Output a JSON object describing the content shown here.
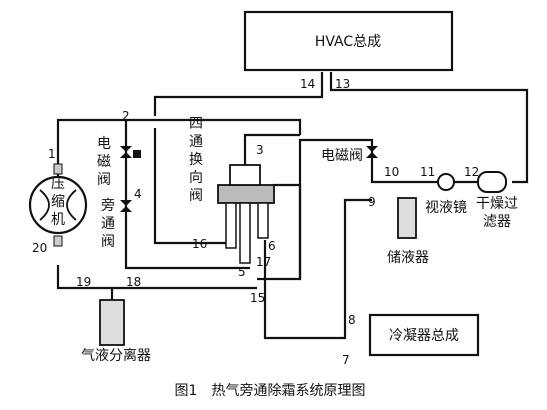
{
  "caption": "图1　热气旁通除霜系统原理图",
  "components": {
    "hvac": "HVAC总成",
    "compressor": [
      "压",
      "缩",
      "机"
    ],
    "solenoid_left": [
      "电",
      "磁",
      "阀"
    ],
    "bypass_valve": [
      "旁",
      "通",
      "阀"
    ],
    "four_way": [
      "四",
      "通",
      "换",
      "向",
      "阀"
    ],
    "solenoid_right": "电磁阀",
    "receiver": "储液器",
    "sight_glass": "视液镜",
    "drier": [
      "干燥过",
      "滤器"
    ],
    "condenser": "冷凝器总成",
    "separator": "气液分离器"
  },
  "numbers": [
    "1",
    "2",
    "3",
    "4",
    "5",
    "6",
    "7",
    "8",
    "9",
    "10",
    "11",
    "12",
    "13",
    "14",
    "15",
    "16",
    "17",
    "18",
    "19",
    "20"
  ]
}
